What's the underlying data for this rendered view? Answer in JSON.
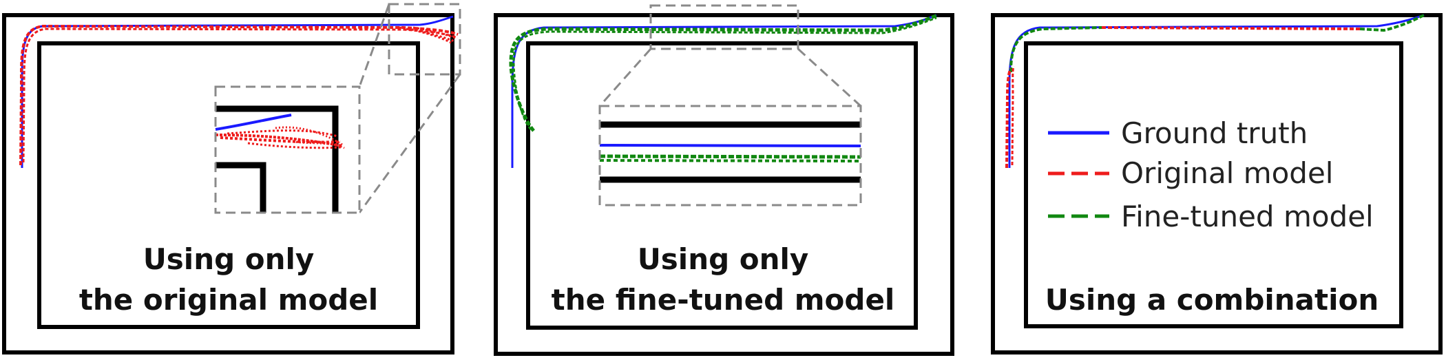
{
  "colors": {
    "ground_truth": "#1a1aff",
    "original": "#ee1c1c",
    "finetuned": "#118811",
    "wall": "#000000",
    "zoom_box": "#8a8a8a"
  },
  "panels": [
    {
      "caption_line1": "Using only",
      "caption_line2": "the original model"
    },
    {
      "caption_line1": "Using only",
      "caption_line2": "the fine-tuned model"
    },
    {
      "caption_line1": "Using a combination"
    }
  ],
  "legend": {
    "ground_truth": "Ground truth",
    "original": "Original model",
    "finetuned": "Fine-tuned model"
  }
}
